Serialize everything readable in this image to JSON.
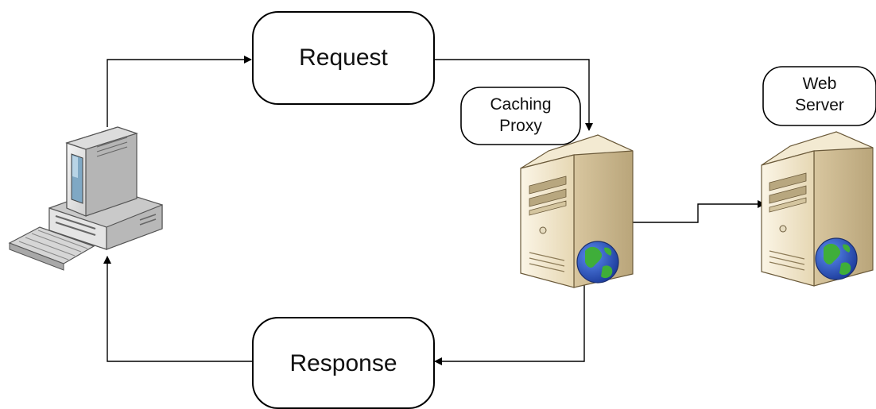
{
  "nodes": {
    "request_label": "Request",
    "response_label": "Response",
    "caching_proxy_line1": "Caching",
    "caching_proxy_line2": "Proxy",
    "web_server_line1": "Web",
    "web_server_line2": "Server"
  },
  "icons": {
    "client": "desktop-computer-icon",
    "proxy": "server-tower-globe-icon",
    "origin": "server-tower-globe-icon"
  },
  "colors": {
    "server_body": "#f1e7cf",
    "server_shade": "#cdbb93",
    "computer_body": "#e3e3e3",
    "screen": "#7fa8c4",
    "globe_ocean": "#2b56c8",
    "globe_land": "#3fae3a"
  }
}
